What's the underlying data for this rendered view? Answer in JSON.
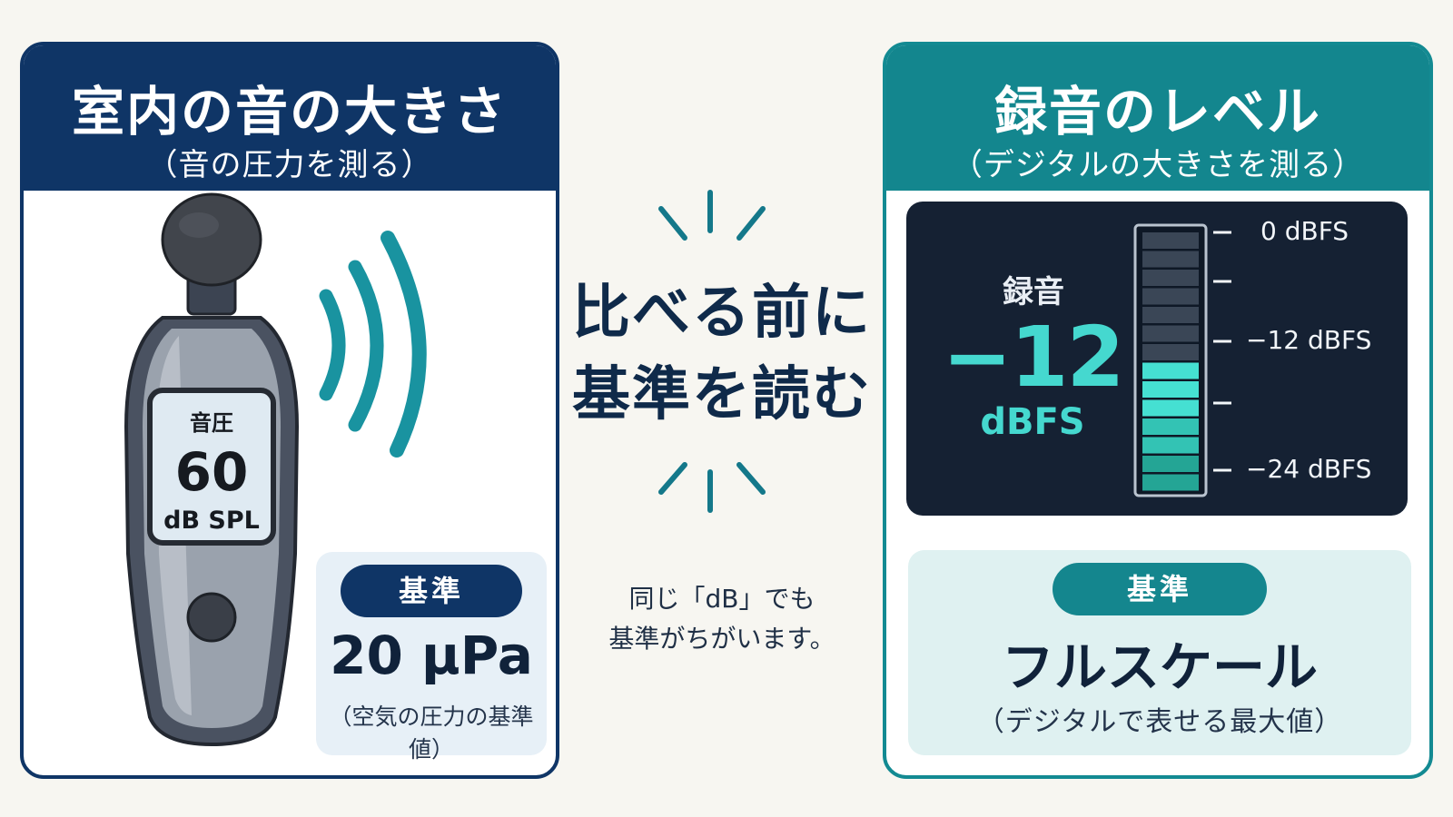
{
  "left_panel": {
    "title": "室内の音の大きさ",
    "subtitle": "（音の圧力を測る）",
    "meter": {
      "screen_label": "音圧",
      "screen_value": "60",
      "screen_unit": "dB SPL"
    },
    "reference": {
      "badge": "基準",
      "value": "20 μPa",
      "note": "（空気の圧力の基準値）"
    }
  },
  "center": {
    "headline_line1": "比べる前に",
    "headline_line2": "基準を読む",
    "note_line1": "同じ「dB」でも",
    "note_line2": "基準がちがいます。"
  },
  "right_panel": {
    "title": "録音のレベル",
    "subtitle": "（デジタルの大きさを測る）",
    "display": {
      "label": "録音",
      "value": "−12",
      "unit": "dBFS",
      "scale_labels": [
        "0 dBFS",
        "−12 dBFS",
        "−24 dBFS"
      ],
      "lit_fraction": 0.5
    },
    "reference": {
      "badge": "基準",
      "value": "フルスケール",
      "note": "（デジタルで表せる最大値）"
    }
  },
  "colors": {
    "navy": "#0f3566",
    "teal": "#13868e",
    "accent": "#45d8cf"
  }
}
